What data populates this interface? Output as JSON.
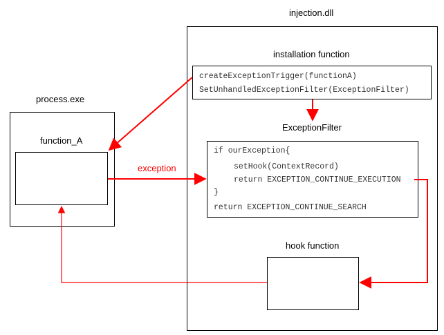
{
  "process": {
    "title": "process.exe",
    "function_label": "function_A"
  },
  "dll": {
    "title": "injection.dll",
    "installation": {
      "title": "installation function",
      "line1": "createExceptionTrigger(functionA)",
      "line2": "SetUnhandledExceptionFilter(ExceptionFilter)"
    },
    "filter": {
      "title": "ExceptionFilter",
      "line1": "if ourException{",
      "line2": "setHook(ContextRecord)",
      "line3": "return EXCEPTION_CONTINUE_EXECUTION",
      "line4": "}",
      "line5": "return EXCEPTION_CONTINUE_SEARCH"
    },
    "hook": {
      "title": "hook function"
    }
  },
  "arrow_label": "exception",
  "colors": {
    "arrow": "#ff0000",
    "border": "#000000"
  }
}
